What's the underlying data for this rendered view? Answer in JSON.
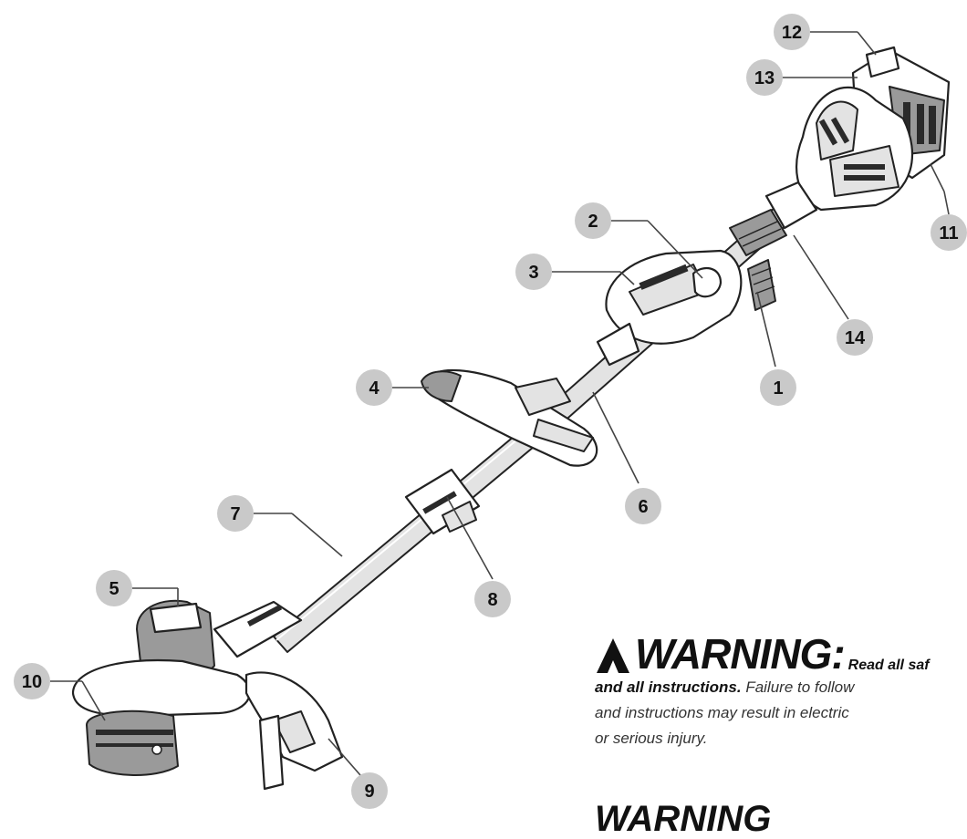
{
  "callouts": [
    {
      "num": "1"
    },
    {
      "num": "2"
    },
    {
      "num": "3"
    },
    {
      "num": "4"
    },
    {
      "num": "5"
    },
    {
      "num": "6"
    },
    {
      "num": "7"
    },
    {
      "num": "8"
    },
    {
      "num": "9"
    },
    {
      "num": "10"
    },
    {
      "num": "11"
    },
    {
      "num": "12"
    },
    {
      "num": "13"
    },
    {
      "num": "14"
    }
  ],
  "warning": {
    "word": "WARNING:",
    "lead": "Read all saf",
    "line2_bold": "and all instructions.",
    "line2_rest": " Failure to follow",
    "line3": "and instructions may result in electric",
    "line4": "or serious injury.",
    "second_word": "WARNING"
  },
  "colors": {
    "bubble": "#c9c9c9",
    "ink": "#222222"
  },
  "icons": [
    "warning-triangle-icon"
  ]
}
